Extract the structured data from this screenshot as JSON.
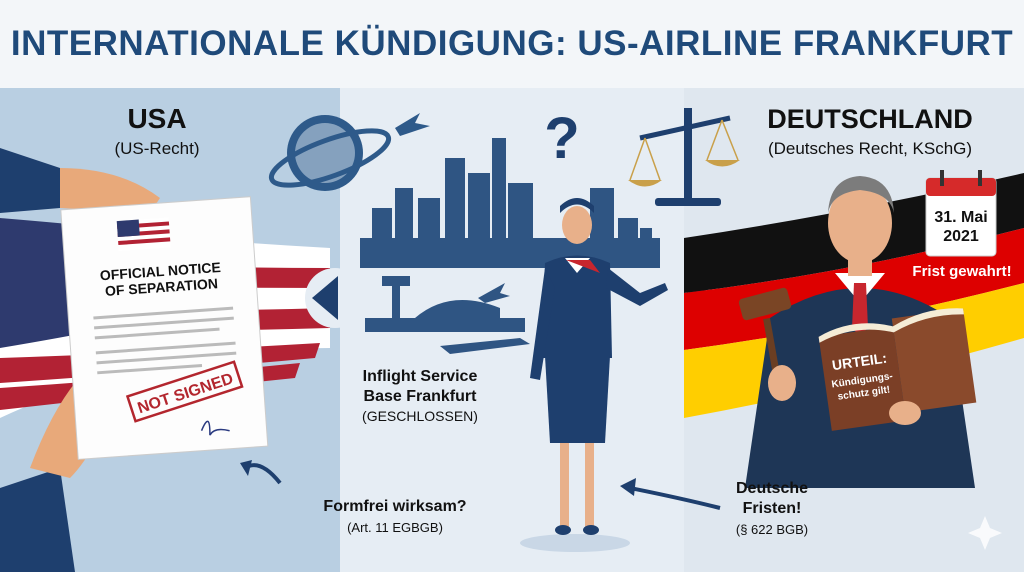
{
  "title": "INTERNATIONALE KÜNDIGUNG: US-AIRLINE FRANKFURT",
  "left": {
    "heading": "USA",
    "subheading": "(US-Recht)",
    "document_line1": "OFFICIAL NOTICE",
    "document_line2": "OF SEPARATION",
    "stamp": "NOT SIGNED",
    "caption_main": "Formfrei wirksam?",
    "caption_sub": "(Art. 11 EGBGB)"
  },
  "center": {
    "question": "?",
    "base_line1": "Inflight Service",
    "base_line2": "Base Frankfurt",
    "base_status": "(GESCHLOSSEN)"
  },
  "right": {
    "heading": "DEUTSCHLAND",
    "subheading": "(Deutsches Recht, KSchG)",
    "calendar_line1": "31. Mai",
    "calendar_line2": "2021",
    "calendar_caption": "Frist gewahrt!",
    "book_title": "URTEIL:",
    "book_line1": "Kündigungs-",
    "book_line2": "schutz gilt!",
    "caption_main1": "Deutsche",
    "caption_main2": "Fristen!",
    "caption_sub": "(§ 622 BGB)"
  },
  "colors": {
    "title": "#1f4a7a",
    "navy": "#1e3f6e",
    "us_red": "#b22234",
    "de_black": "#111111",
    "de_red": "#dd0000",
    "de_gold": "#ffce00"
  }
}
